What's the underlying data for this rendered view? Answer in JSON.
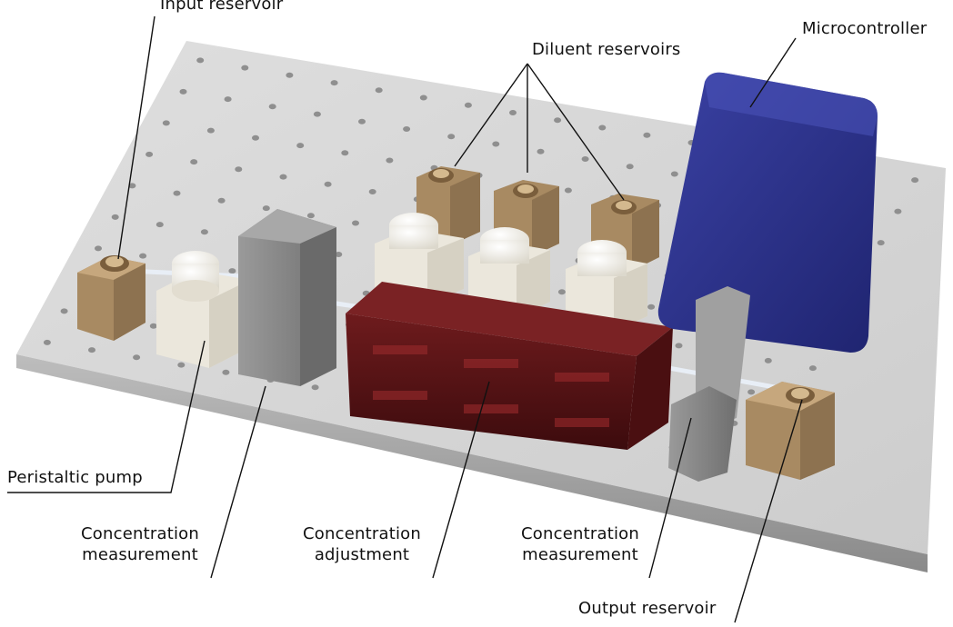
{
  "labels": {
    "input_reservoir": "Input reservoir",
    "diluent_reservoirs": "Diluent reservoirs",
    "microcontroller": "Microcontroller",
    "peristaltic_pump": "Peristaltic pump",
    "concentration_measurement_1": "Concentration\nmeasurement",
    "concentration_adjustment": "Concentration\nadjustment",
    "concentration_measurement_2": "Concentration\nmeasurement",
    "output_reservoir": "Output reservoir"
  },
  "colors": {
    "plate": "#dcdcdc",
    "reservoir": "#a88a62",
    "pump": "#f2efe6",
    "sensor": "#8c8c8c",
    "adjustment": "#5a1416",
    "microcontroller": "#2a2f86",
    "leader_line": "#111111"
  }
}
